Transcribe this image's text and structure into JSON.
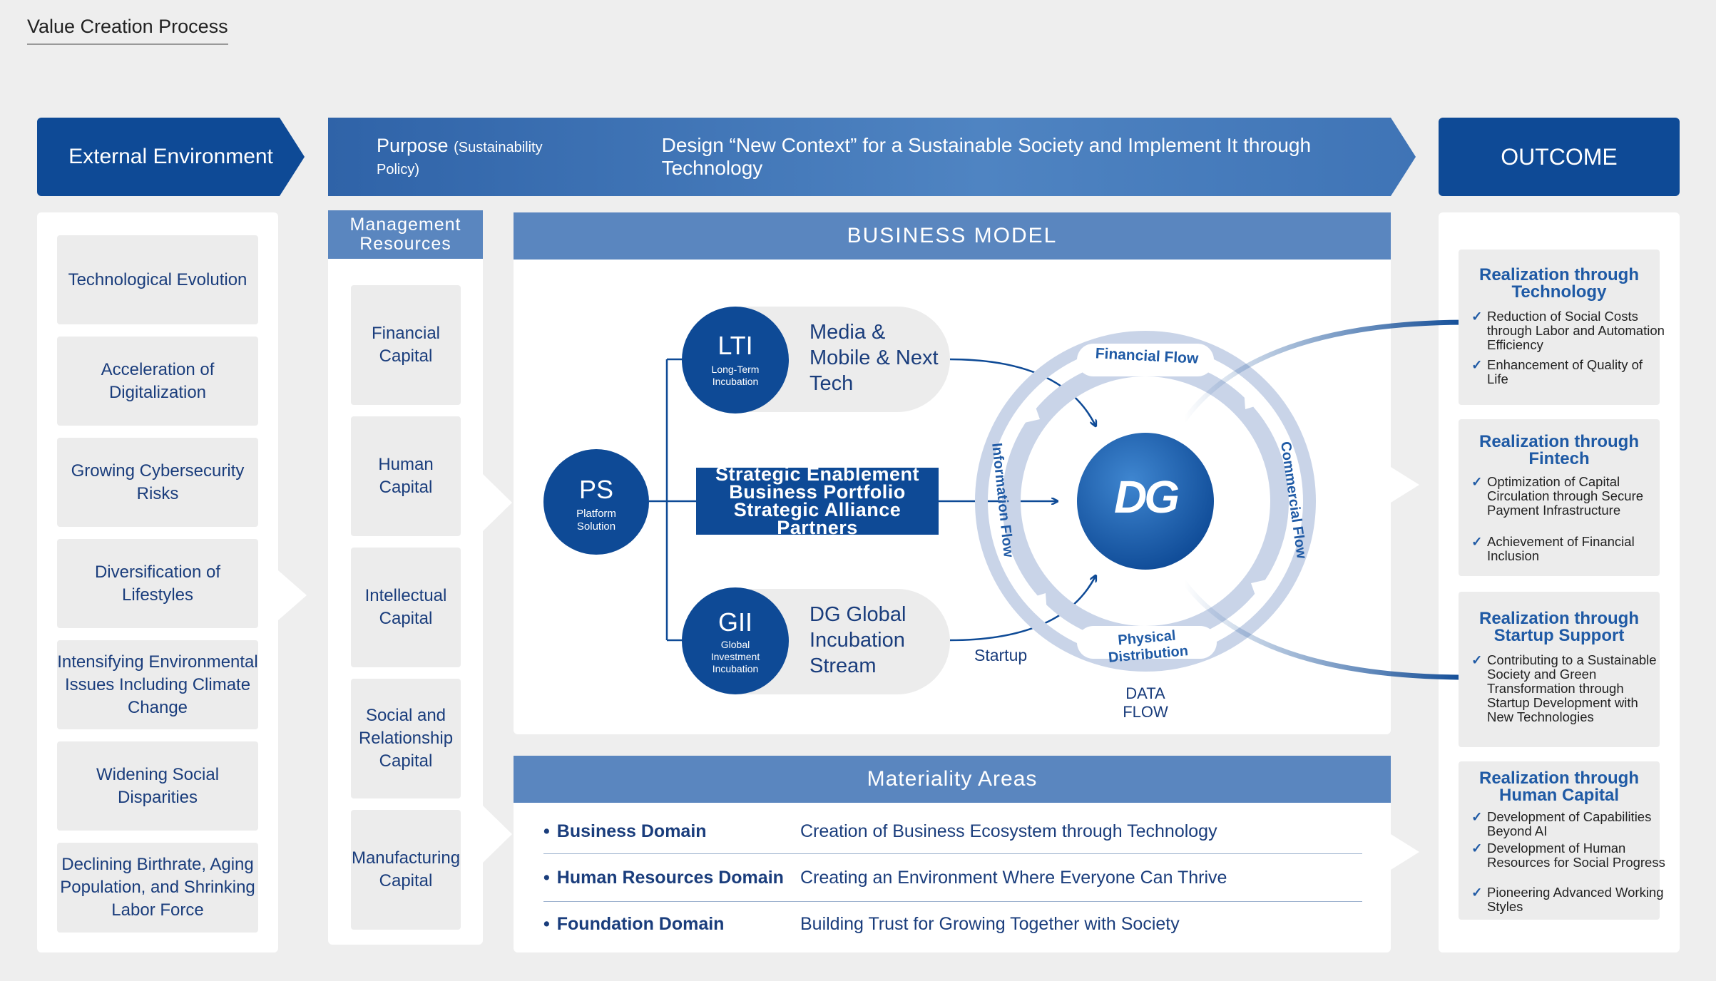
{
  "page_title": "Value Creation Process",
  "headers": {
    "external": "External Environment",
    "purpose_label": "Purpose",
    "purpose_sub": "(Sustainability Policy)",
    "purpose_text": "Design “New Context” for a Sustainable Society and Implement It through Technology",
    "outcome": "OUTCOME"
  },
  "external_items": [
    "Technological Evolution",
    "Acceleration of Digitalization",
    "Growing Cybersecurity Risks",
    "Diversification of Lifestyles",
    "Intensifying Environmental Issues Including Climate Change",
    "Widening Social Disparities",
    "Declining Birthrate, Aging Population, and Shrinking Labor Force"
  ],
  "management": {
    "title": "Management Resources",
    "items": [
      "Financial Capital",
      "Human Capital",
      "Intellectual Capital",
      "Social and Relationship Capital",
      "Manufacturing Capital"
    ]
  },
  "business_model": {
    "title": "BUSINESS MODEL",
    "ps": {
      "abbr": "PS",
      "name": "Platform Solution"
    },
    "lti": {
      "abbr": "LTI",
      "name": "Long-Term Incubation",
      "desc": "Media & Mobile & Next Tech"
    },
    "gii": {
      "abbr": "GII",
      "name": "Global Investment Incubation",
      "desc": "DG Global Incubation Stream"
    },
    "strategic": [
      "Strategic Enablement",
      "Business Portfolio",
      "Strategic Alliance Partners"
    ],
    "startup": "Startup",
    "logo": "DG",
    "flows": {
      "financial": "Financial Flow",
      "commercial": "Commercial Flow",
      "physical": "Physical Distribution",
      "information": "Information Flow"
    },
    "data_flow": "DATA FLOW"
  },
  "materiality": {
    "title": "Materiality Areas",
    "rows": [
      {
        "domain": "Business Domain",
        "desc": "Creation of Business Ecosystem through Technology"
      },
      {
        "domain": "Human Resources Domain",
        "desc": "Creating an Environment Where Everyone Can Thrive"
      },
      {
        "domain": "Foundation Domain",
        "desc": "Building Trust for Growing Together with Society"
      }
    ]
  },
  "outcomes": [
    {
      "title": [
        "Realization through",
        "Technology"
      ],
      "checks": [
        "Reduction of Social Costs through Labor and Automation Efficiency",
        "Enhancement of Quality of Life"
      ]
    },
    {
      "title": [
        "Realization through",
        "Fintech"
      ],
      "checks": [
        "Optimization of Capital Circulation through Secure Payment Infrastructure",
        "Achievement of Financial Inclusion"
      ]
    },
    {
      "title": [
        "Realization through",
        "Startup Support"
      ],
      "checks": [
        "Contributing to a Sustainable Society and Green Transformation through Startup Development with New Technologies"
      ]
    },
    {
      "title": [
        "Realization through",
        "Human Capital"
      ],
      "checks": [
        "Development of Capabilities Beyond AI",
        "Development of Human Resources for Social Progress",
        "Pioneering Advanced Working Styles"
      ]
    }
  ],
  "colors": {
    "primary": "#0e4a96",
    "secondary": "#5a86bf",
    "ring": "#c9d4e8"
  }
}
